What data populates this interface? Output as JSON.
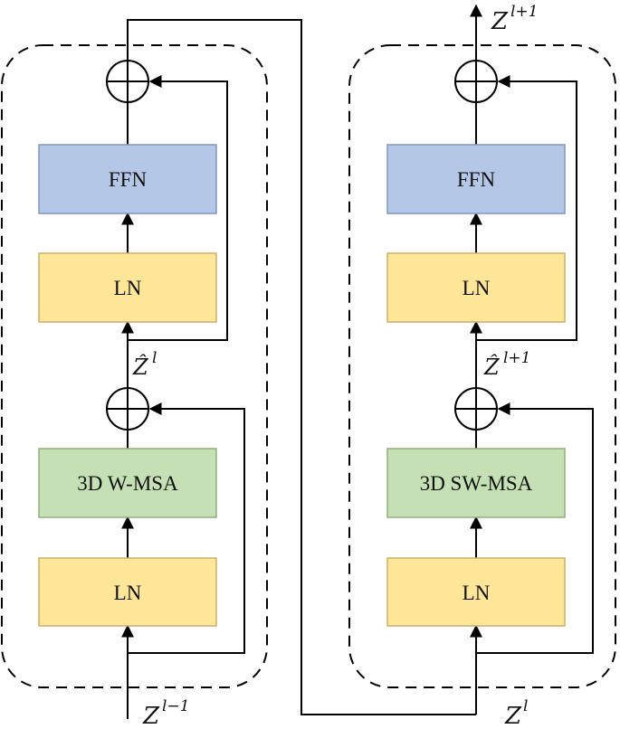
{
  "colors": {
    "ffn_fill": "#b4c7e7",
    "ffn_stroke": "#7f97c4",
    "ln_fill": "#ffe699",
    "ln_stroke": "#c9b06a",
    "msa_fill": "#c5e0b4",
    "msa_stroke": "#8fb07a",
    "line": "#000000"
  },
  "left_block": {
    "ffn_label": "FFN",
    "ln_top_label": "LN",
    "msa_label": "3D W-MSA",
    "ln_bottom_label": "LN",
    "mid_var": "Ẑ",
    "mid_sup": "l",
    "input_var": "Z",
    "input_sup": "l−1"
  },
  "right_block": {
    "ffn_label": "FFN",
    "ln_top_label": "LN",
    "msa_label": "3D SW-MSA",
    "ln_bottom_label": "LN",
    "mid_var": "Ẑ",
    "mid_sup": "l+1",
    "input_var": "Z",
    "input_sup": "l",
    "output_var": "Z",
    "output_sup": "l+1"
  }
}
